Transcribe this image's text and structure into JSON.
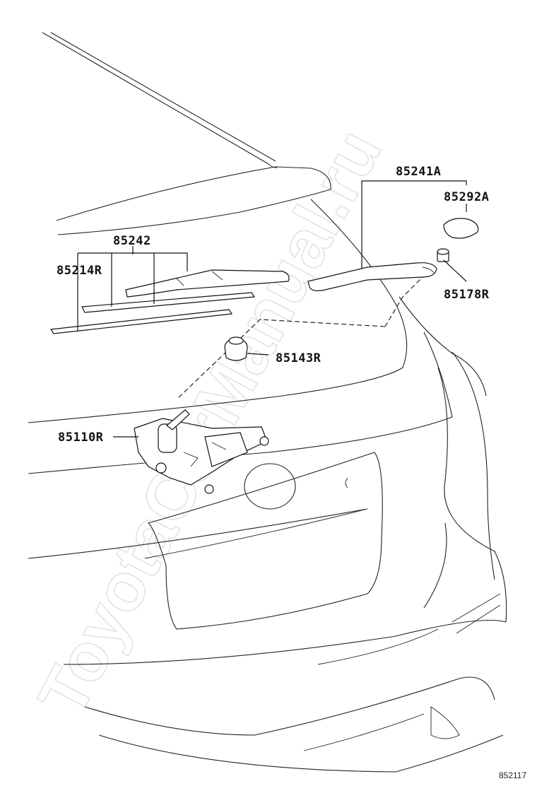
{
  "watermark": "ToyotaCarManual.ru",
  "figure_number": "852117",
  "parts": {
    "rear_wiper_arm": "85241A",
    "arm_head_cap": "85292A",
    "arm_nut": "85178R",
    "wiper_blade": "85242",
    "blade_rubber": "85214R",
    "motor_grommet": "85143R",
    "wiper_motor": "85110R"
  }
}
